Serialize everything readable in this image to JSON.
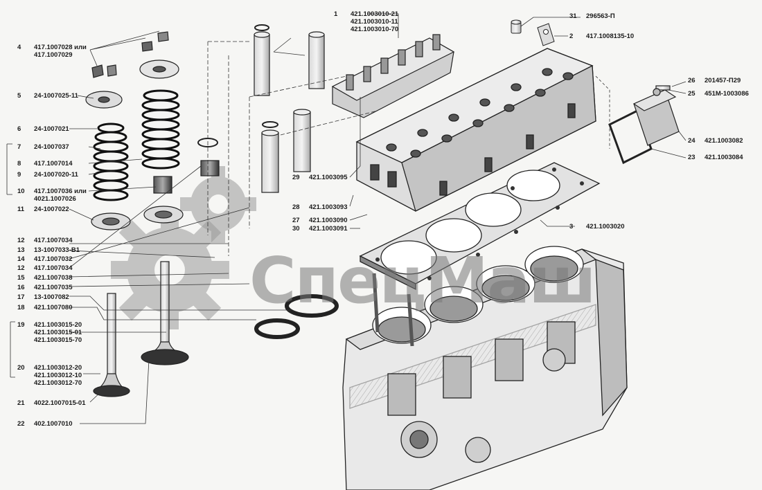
{
  "watermark": "СпецМаш",
  "callouts": [
    {
      "id": "c1",
      "num": "1",
      "codes": [
        "421.1003010-21",
        "421.1003010-11",
        "421.1003010-70"
      ]
    },
    {
      "id": "c31",
      "num": "31",
      "codes": [
        "296563-П"
      ]
    },
    {
      "id": "c2",
      "num": "2",
      "codes": [
        "417.1008135-10"
      ]
    },
    {
      "id": "c26",
      "num": "26",
      "codes": [
        "201457-П29"
      ]
    },
    {
      "id": "c25",
      "num": "25",
      "codes": [
        "451М-1003086"
      ]
    },
    {
      "id": "c24",
      "num": "24",
      "codes": [
        "421.1003082"
      ]
    },
    {
      "id": "c23",
      "num": "23",
      "codes": [
        "421.1003084"
      ]
    },
    {
      "id": "c3",
      "num": "3",
      "codes": [
        "421.1003020"
      ]
    },
    {
      "id": "c29",
      "num": "29",
      "codes": [
        "421.1003095"
      ]
    },
    {
      "id": "c28",
      "num": "28",
      "codes": [
        "421.1003093"
      ]
    },
    {
      "id": "c27",
      "num": "27",
      "codes": [
        "421.1003090"
      ]
    },
    {
      "id": "c30",
      "num": "30",
      "codes": [
        "421.1003091"
      ]
    },
    {
      "id": "c4",
      "num": "4",
      "codes": [
        "417.1007028 или",
        "417.1007029"
      ]
    },
    {
      "id": "c5",
      "num": "5",
      "codes": [
        "24-1007025-11"
      ]
    },
    {
      "id": "c6",
      "num": "6",
      "codes": [
        "24-1007021"
      ]
    },
    {
      "id": "c7",
      "num": "7",
      "codes": [
        "24-1007037"
      ]
    },
    {
      "id": "c8",
      "num": "8",
      "codes": [
        "417.1007014"
      ]
    },
    {
      "id": "c9",
      "num": "9",
      "codes": [
        "24-1007020-11"
      ]
    },
    {
      "id": "c10",
      "num": "10",
      "codes": [
        "417.1007036 или",
        "4021.1007026"
      ]
    },
    {
      "id": "c11",
      "num": "11",
      "codes": [
        "24-1007022"
      ]
    },
    {
      "id": "c12a",
      "num": "12",
      "codes": [
        "417.1007034"
      ]
    },
    {
      "id": "c13",
      "num": "13",
      "codes": [
        "13-1007033-В1"
      ]
    },
    {
      "id": "c14",
      "num": "14",
      "codes": [
        "417.1007032"
      ]
    },
    {
      "id": "c12b",
      "num": "12",
      "codes": [
        "417.1007034"
      ]
    },
    {
      "id": "c15",
      "num": "15",
      "codes": [
        "421.1007038"
      ]
    },
    {
      "id": "c16",
      "num": "16",
      "codes": [
        "421.1007035"
      ]
    },
    {
      "id": "c17",
      "num": "17",
      "codes": [
        "13-1007082"
      ]
    },
    {
      "id": "c18",
      "num": "18",
      "codes": [
        "421.1007080"
      ]
    },
    {
      "id": "c19",
      "num": "19",
      "codes": [
        "421.1003015-20",
        "421.1003015-01",
        "421.1003015-70"
      ]
    },
    {
      "id": "c20",
      "num": "20",
      "codes": [
        "421.1003012-20",
        "421.1003012-10",
        "421.1003012-70"
      ]
    },
    {
      "id": "c21",
      "num": "21",
      "codes": [
        "4022.1007015-01"
      ]
    },
    {
      "id": "c22",
      "num": "22",
      "codes": [
        "402.1007010"
      ]
    }
  ]
}
